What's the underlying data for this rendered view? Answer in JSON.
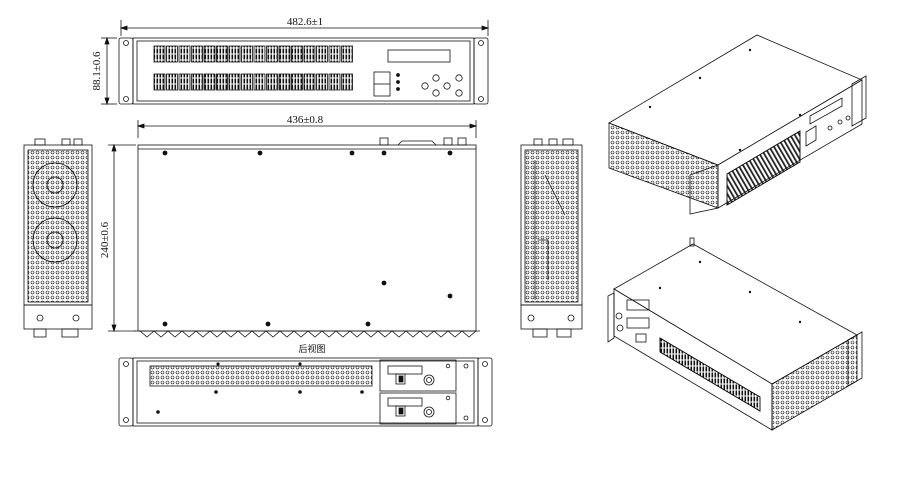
{
  "front_view": {
    "width_dim": "482.6±1",
    "height_dim": "88.1±0.6"
  },
  "top_view": {
    "width_dim": "436±0.8",
    "depth_dim": "240±0.6"
  },
  "rear_view": {
    "caption": "后视图"
  },
  "colors": {
    "line": "#111111",
    "background": "#ffffff"
  }
}
